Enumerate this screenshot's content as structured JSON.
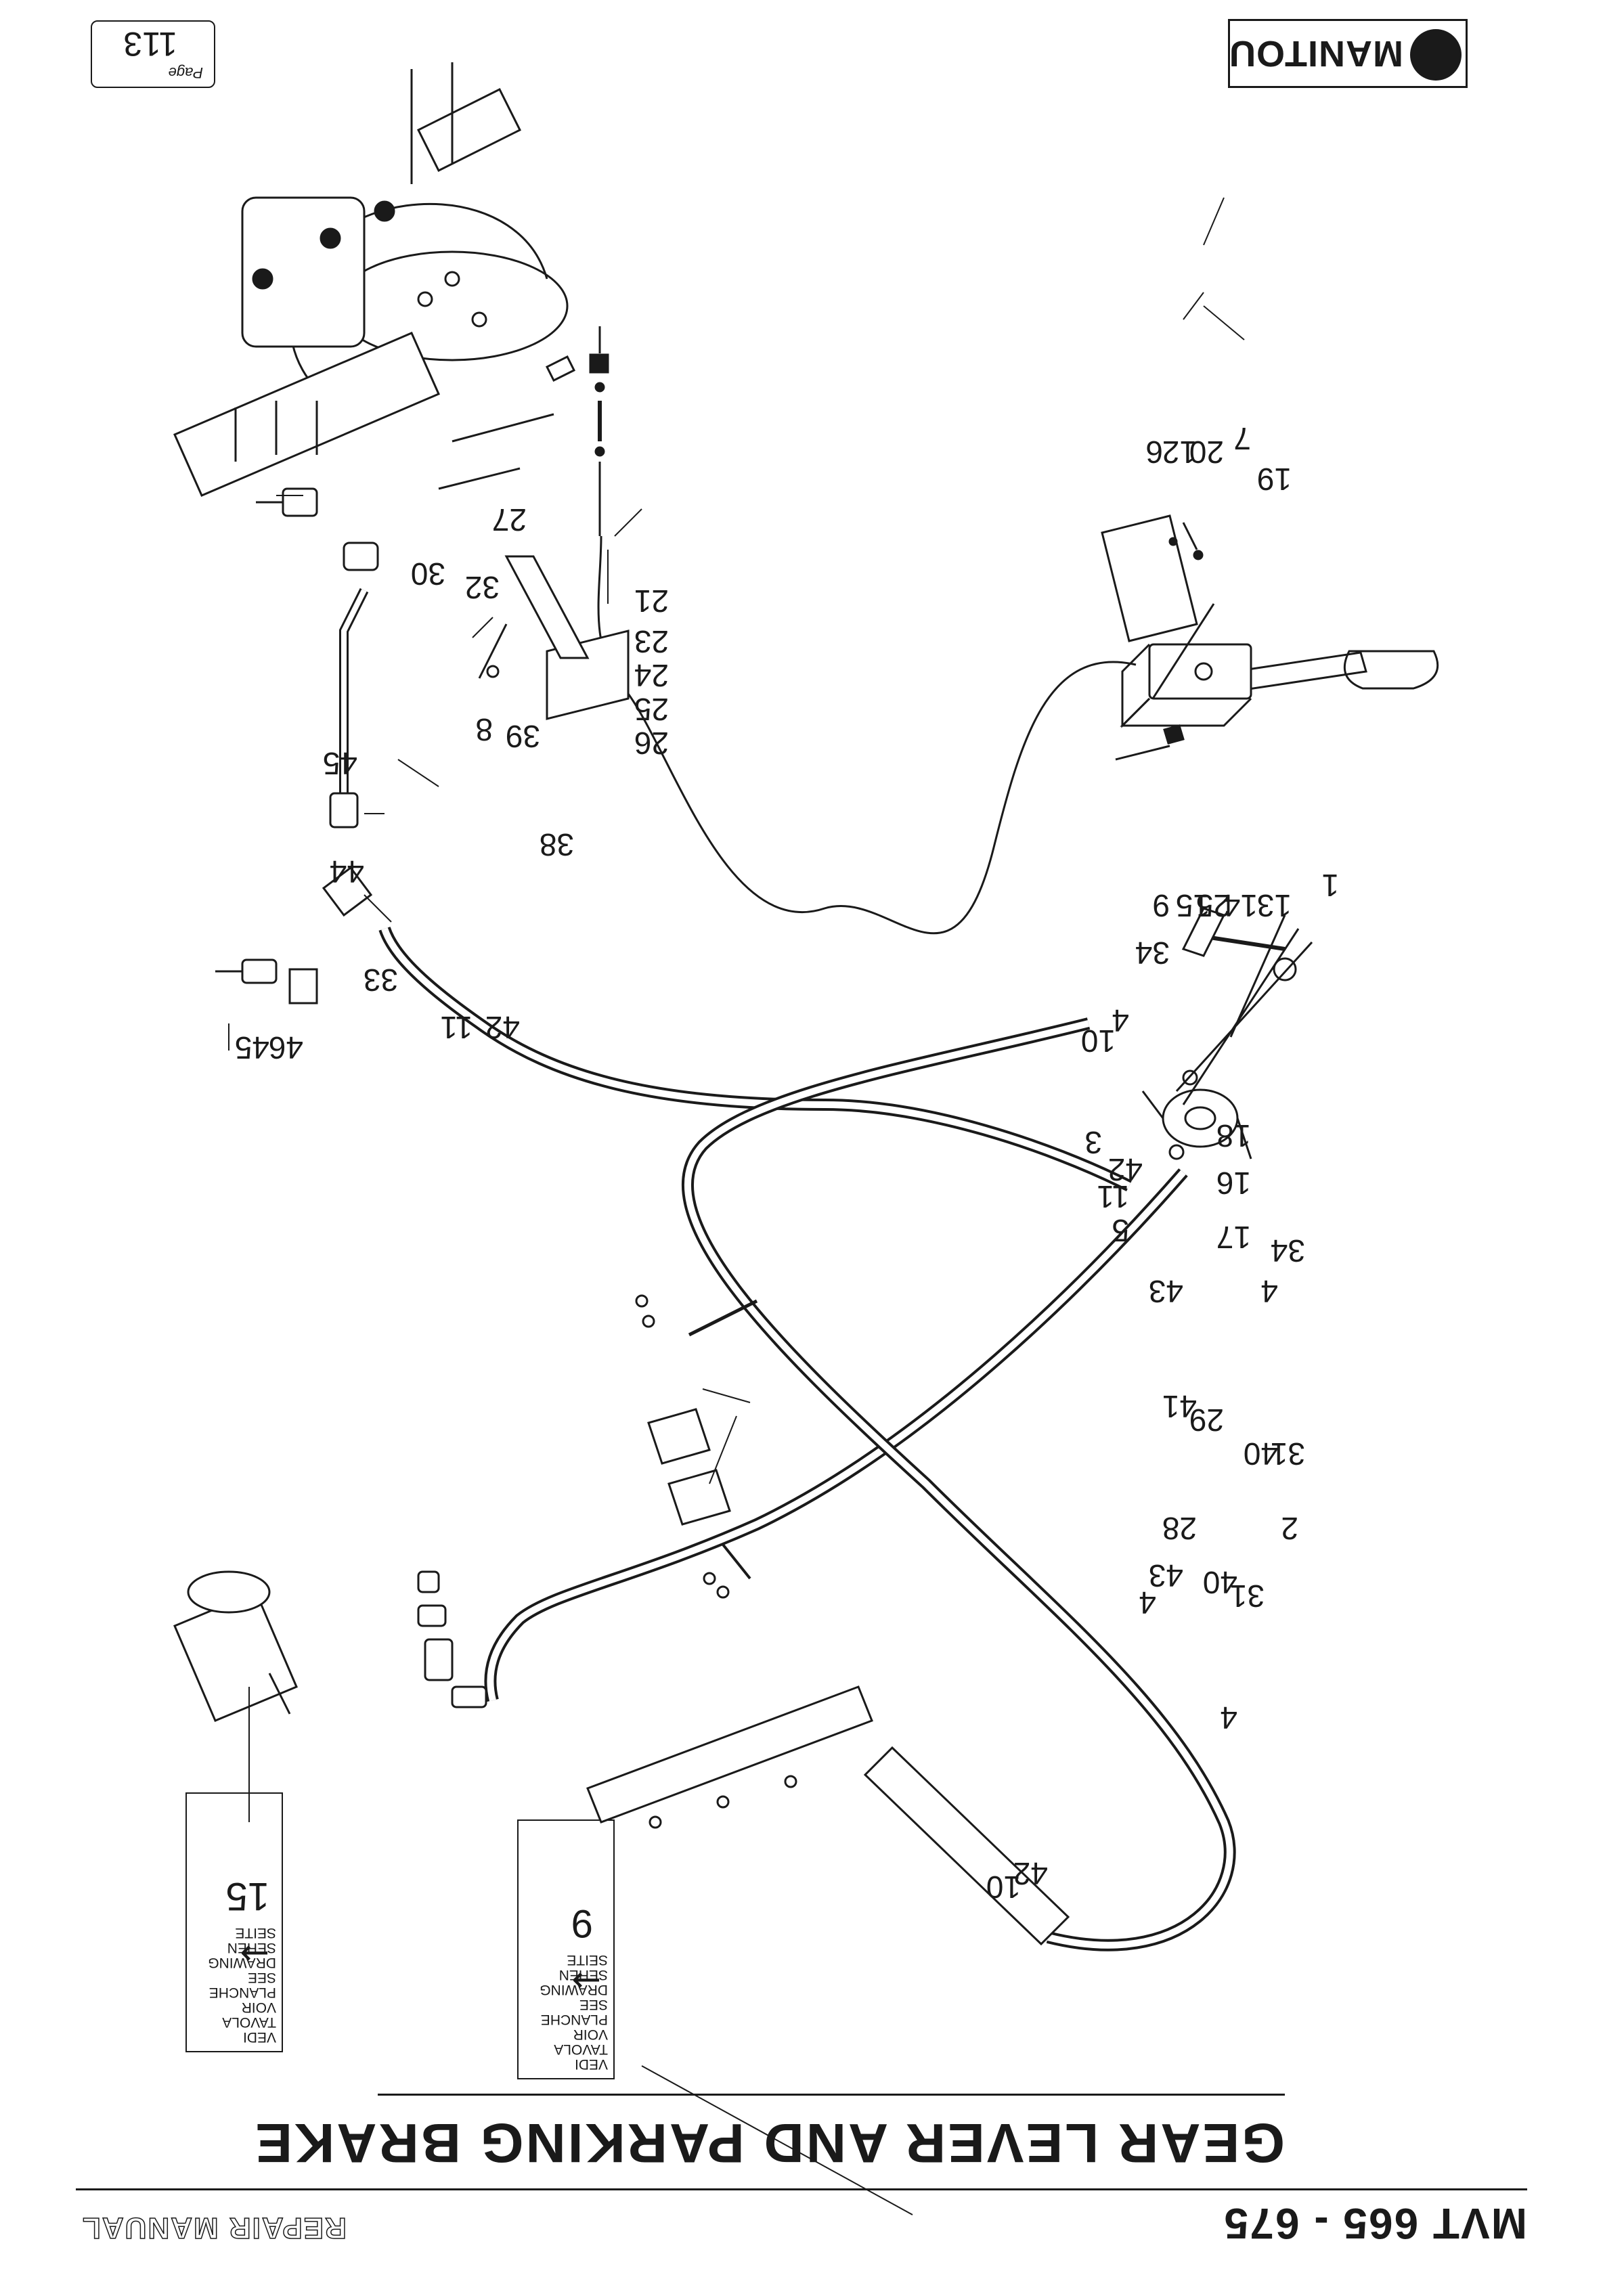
{
  "header": {
    "series": "MVT 665 - 675",
    "manual": "REPAIR MANUAL",
    "title": "GEAR  LEVER AND PARKING BRAKE"
  },
  "footer": {
    "brand": "MANITOU",
    "page_label": "Page",
    "page_number": "113"
  },
  "references": [
    {
      "lines": [
        "VEDI TAVOLA",
        "VOIR PLANCHE",
        "SEE DRAWING",
        "SEHEN SEITE"
      ],
      "arrow": "→",
      "target": "9"
    },
    {
      "lines": [
        "VEDI TAVOLA",
        "VOIR PLANCHE",
        "SEE DRAWING",
        "SEHEN SEITE"
      ],
      "arrow": "→",
      "target": "15"
    }
  ],
  "callouts": [
    "1",
    "2",
    "3",
    "4",
    "4",
    "4",
    "4",
    "5",
    "6",
    "7",
    "8",
    "9",
    "10",
    "10",
    "11",
    "11",
    "12",
    "13",
    "14",
    "15",
    "16",
    "17",
    "18",
    "19",
    "20",
    "21",
    "23",
    "24",
    "25",
    "26",
    "27",
    "28",
    "29",
    "30",
    "31",
    "31",
    "32",
    "33",
    "34",
    "34",
    "38",
    "39",
    "40",
    "40",
    "41",
    "42",
    "42",
    "42",
    "43",
    "43",
    "44",
    "45",
    "45",
    "46"
  ],
  "icons": {
    "logo": "manitou-logo-icon",
    "arrow": "right-arrow-icon"
  },
  "colors": {
    "ink": "#1a1a1a",
    "paper": "#ffffff"
  }
}
